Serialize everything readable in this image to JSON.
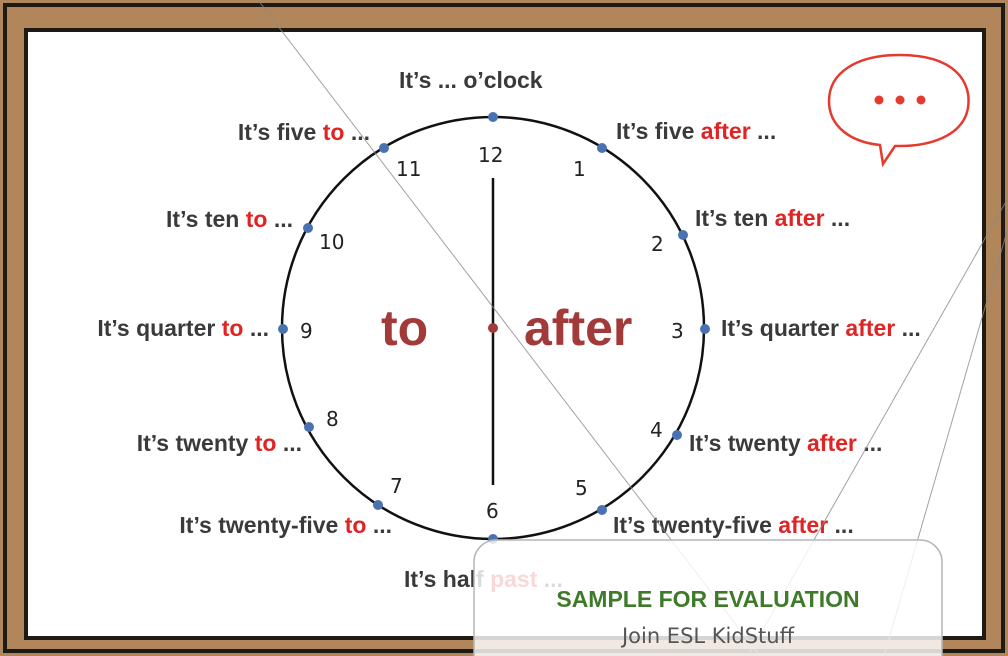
{
  "labels": {
    "oclock": "It’s ... o’clock",
    "five_after": [
      "It’s five ",
      "after",
      " ..."
    ],
    "ten_after": [
      "It’s ten ",
      "after",
      " ..."
    ],
    "quarter_after": [
      "It’s quarter ",
      "after",
      " ..."
    ],
    "twenty_after": [
      "It’s twenty ",
      "after",
      " ..."
    ],
    "twentyfive_after": [
      "It’s twenty-five ",
      "after",
      " ..."
    ],
    "half_past": [
      "It’s half ",
      "past",
      " ..."
    ],
    "twentyfive_to": [
      "It’s twenty-five ",
      "to",
      " ..."
    ],
    "twenty_to": [
      "It’s twenty ",
      "to",
      " ..."
    ],
    "quarter_to": [
      "It’s quarter ",
      "to",
      " ..."
    ],
    "ten_to": [
      "It’s ten ",
      "to",
      " ..."
    ],
    "five_to": [
      "It’s five ",
      "to",
      " ..."
    ]
  },
  "numbers": [
    "12",
    "1",
    "2",
    "3",
    "4",
    "5",
    "6",
    "7",
    "8",
    "9",
    "10",
    "11"
  ],
  "center": {
    "left": "to",
    "right": "after"
  },
  "bubble_text": "...",
  "watermark": {
    "title": "SAMPLE FOR EVALUATION",
    "subtitle": "Join ESL KidStuff"
  },
  "colors": {
    "frame": "#b0865a",
    "board": "#ffffff",
    "accent": "#e02424",
    "center_text": "#a33a3a",
    "dot": "#4a72b0"
  }
}
